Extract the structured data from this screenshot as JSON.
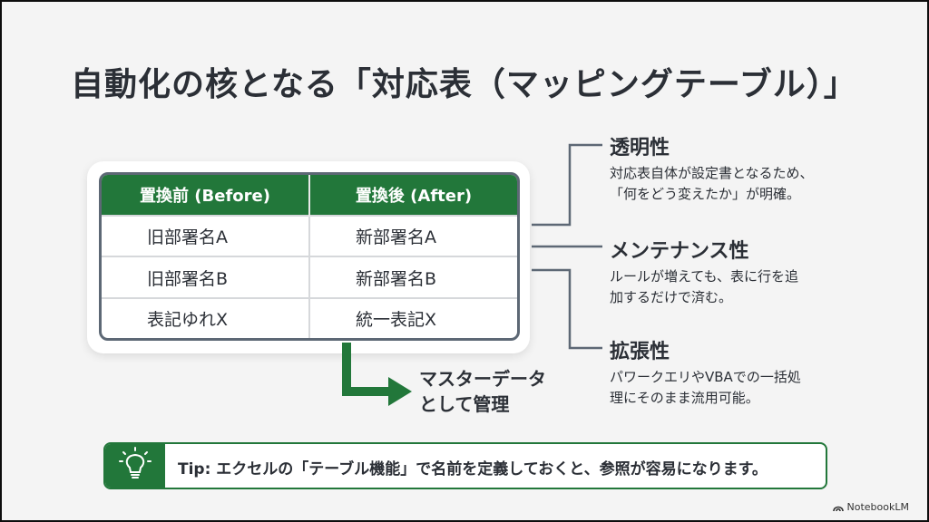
{
  "title": "自動化の核となる「対応表（マッピングテーブル）」",
  "table": {
    "headers": [
      "置換前 (Before)",
      "置換後 (After)"
    ],
    "rows": [
      [
        "旧部署名A",
        "新部署名A"
      ],
      [
        "旧部署名B",
        "新部署名B"
      ],
      [
        "表記ゆれX",
        "統一表記X"
      ]
    ]
  },
  "master_label": [
    "マスターデータ",
    "として管理"
  ],
  "features": [
    {
      "title": "透明性",
      "desc": [
        "対応表自体が設定書となるため、",
        "「何をどう変えたか」が明確。"
      ]
    },
    {
      "title": "メンテナンス性",
      "desc": [
        "ルールが増えても、表に行を追",
        "加するだけで済む。"
      ]
    },
    {
      "title": "拡張性",
      "desc": [
        "パワークエリやVBAでの一括処",
        "理にそのまま流用可能。"
      ]
    }
  ],
  "tip": {
    "text": "Tip: エクセルの「テーブル機能」で名前を定義しておくと、参照が容易になります。",
    "icon": "lightbulb-icon"
  },
  "brand": {
    "name": "NotebookLM",
    "icon": "notebooklm-logo-icon"
  },
  "colors": {
    "accent": "#22773a",
    "text": "#2b2f36",
    "connector": "#5d6875",
    "background": "#f4f4f4"
  }
}
